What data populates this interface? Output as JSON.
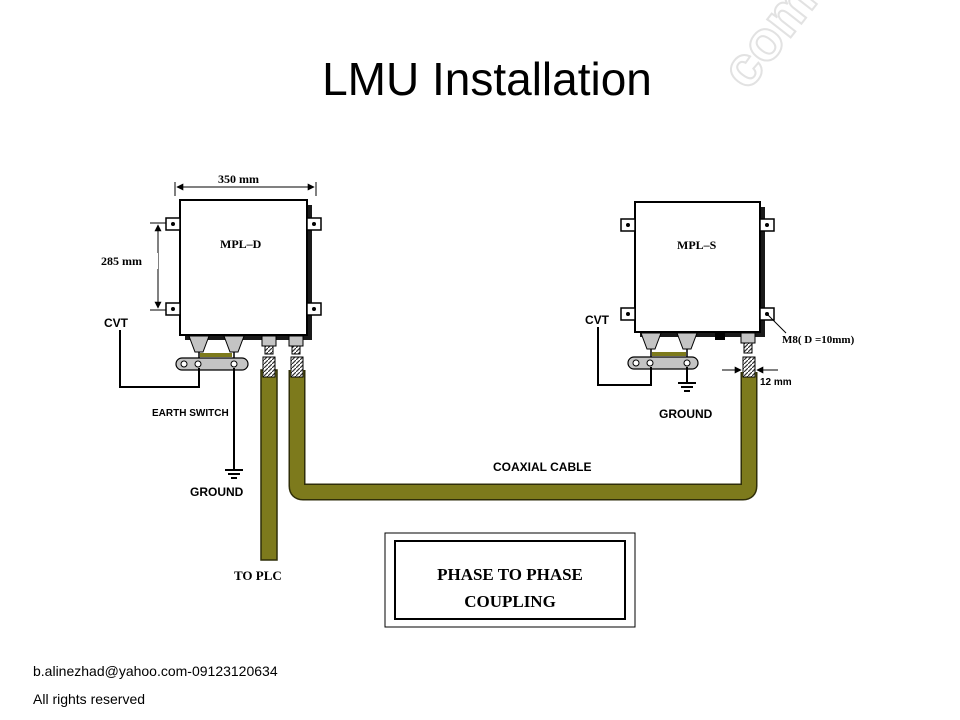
{
  "slide": {
    "title": "LMU Installation",
    "watermark": "com",
    "footer_contact": "b.alinezhad@yahoo.com-09123120634",
    "footer_rights": "All rights reserved"
  },
  "diagram": {
    "left_unit": {
      "label": "MPL–D",
      "width_dimension": "350 mm",
      "height_dimension": "285 mm",
      "cvt_label": "CVT",
      "earth_switch_label": "EARTH SWITCH",
      "ground_label": "GROUND",
      "to_plc_label": "TO PLC"
    },
    "right_unit": {
      "label": "MPL–S",
      "cvt_label": "CVT",
      "ground_label": "GROUND",
      "bolt_label": "M8( D =10mm)",
      "gap_label": "12 mm"
    },
    "cable_label": "COAXIAL CABLE",
    "caption_line1": "PHASE TO PHASE",
    "caption_line2": "COUPLING"
  },
  "colors": {
    "cable": "#7d7a1c",
    "cable_dark": "#2f2e08",
    "connector": "#bfbfbf",
    "watermark": "#e8e8e8"
  }
}
